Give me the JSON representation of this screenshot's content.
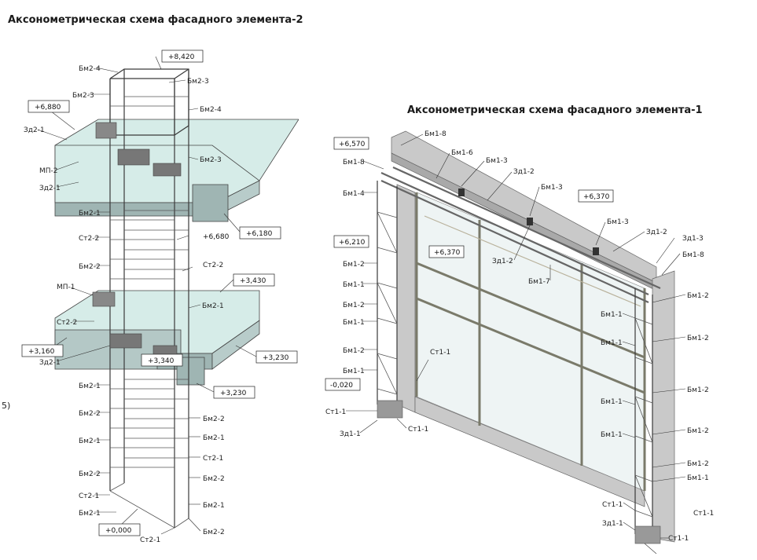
{
  "left": {
    "title": "Аксонометрическая схема фасадного элемента-2",
    "labels": {
      "bm2_4_top": "Бм2-4",
      "bm2_3_a": "Бм2-3",
      "bm2_3_b": "Бм2-3",
      "bm2_4_r": "Бм2-4",
      "zd2_1_a": "Зд2-1",
      "mp2": "МП-2",
      "bm2_3_c": "Бм2-3",
      "zd2_1_b": "Зд2-1",
      "bm2_1_a": "Бм2-1",
      "st2_2_a": "Ст2-2",
      "bm2_2_a": "Бм2-2",
      "st2_2_r": "Ст2-2",
      "mp1": "МП-1",
      "bm2_1_r": "Бм2-1",
      "st2_2_b": "Ст2-2",
      "zd2_1_c": "Зд2-1",
      "bm2_1_b": "Бм2-1",
      "bm2_2_b": "Бм2-2",
      "bm2_2_r1": "Бм2-2",
      "bm2_1_c": "Бм2-1",
      "bm2_1_r2": "Бм2-1",
      "st2_1_r": "Ст2-1",
      "bm2_2_c": "Бм2-2",
      "bm2_2_r2": "Бм2-2",
      "st2_1_a": "Ст2-1",
      "bm2_1_r3": "Бм2-1",
      "bm2_1_d": "Бм2-1",
      "st2_1_b": "Ст2-1",
      "bm2_2_r3": "Бм2-2",
      "side_mark": "5)"
    },
    "levels": {
      "l8420": "+8,420",
      "l6880": "+6,880",
      "l6180": "+6,180",
      "l6680": "+6,680",
      "l3430": "+3,430",
      "l3160": "+3,160",
      "l3340": "+3,340",
      "l3230a": "+3,230",
      "l3230b": "+3,230",
      "l0000": "+0,000"
    }
  },
  "right": {
    "title": "Аксонометрическая схема фасадного элемента-1",
    "labels": {
      "bm1_8_top": "Бм1-8",
      "bm1_8_l": "Бм1-8",
      "bm1_6": "Бм1-6",
      "bm1_3_a": "Бм1-3",
      "zd1_2_a": "Зд1-2",
      "bm1_4": "Бм1-4",
      "bm1_3_b": "Бм1-3",
      "bm1_3_c": "Бм1-3",
      "zd1_2_b": "Зд1-2",
      "zd1_3": "Зд1-3",
      "bm1_8_r": "Бм1-8",
      "bm1_2_l1": "Бм1-2",
      "zd1_2_c": "Зд1-2",
      "bm1_7": "Бм1-7",
      "bm1_1_l1": "Бм1-1",
      "bm1_2_l2": "Бм1-2",
      "bm1_1_l2": "Бм1-1",
      "bm1_2_l3": "Бм1-2",
      "bm1_1_l3": "Бм1-1",
      "st1_1_mid": "Ст1-1",
      "bm1_1_r1": "Бм1-1",
      "bm1_2_r1": "Бм1-2",
      "bm1_1_r2": "Бм1-1",
      "bm1_2_r2": "Бм1-2",
      "bm1_2_r3": "Бм1-2",
      "bm1_1_r3": "Бм1-1",
      "bm1_2_r4": "Бм1-2",
      "bm1_1_r4": "Бм1-1",
      "bm1_2_r5": "Бм1-2",
      "bm1_1_r5": "Бм1-1",
      "st1_1_l": "Ст1-1",
      "st1_1_l2": "Ст1-1",
      "zd1_1_l": "Зд1-1",
      "st1_1_r": "Ст1-1",
      "st1_1_r2": "Ст1-1",
      "st1_1_r3": "Ст1-1",
      "zd1_1_r": "Зд1-1"
    },
    "levels": {
      "l6570": "+6,570",
      "l6370a": "+6,370",
      "l6210": "+6,210",
      "l6370b": "+6,370",
      "l0020": "-0,020"
    }
  }
}
